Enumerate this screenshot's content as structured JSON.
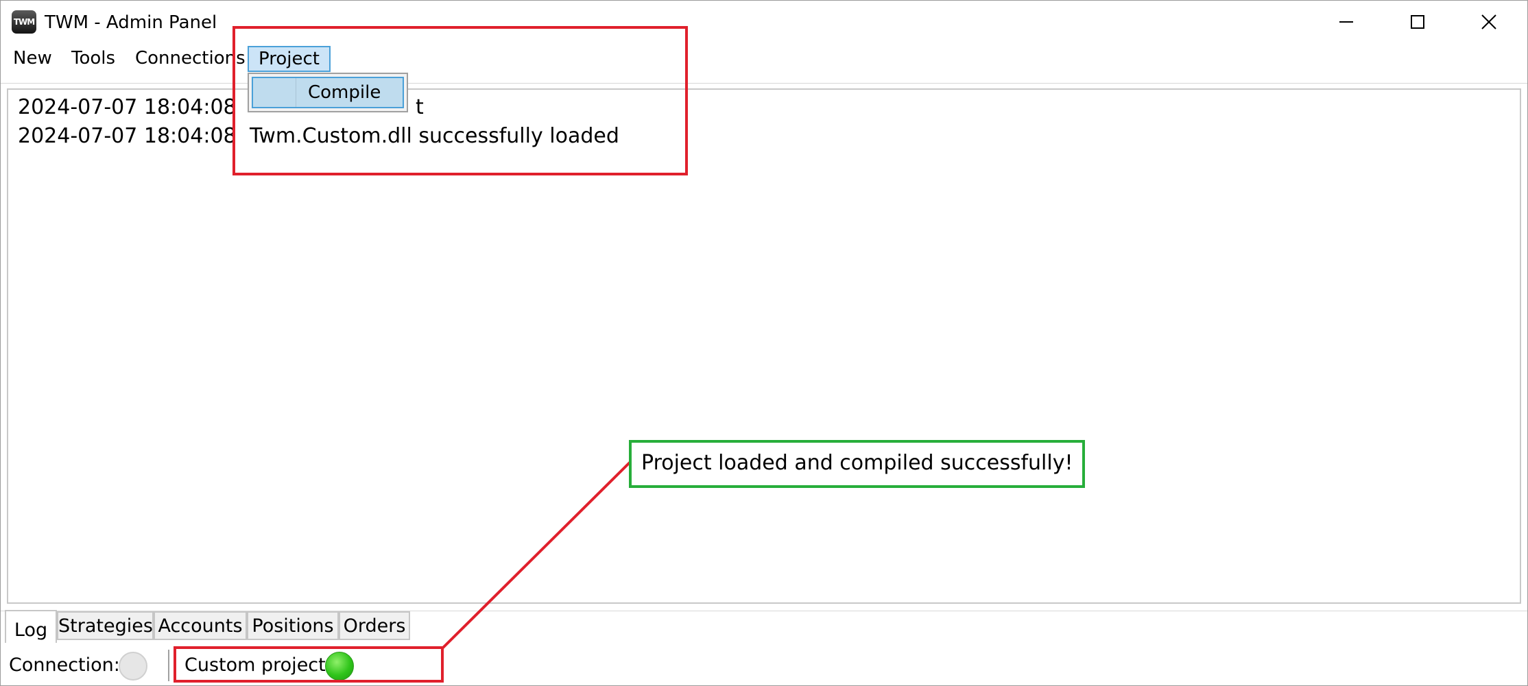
{
  "window": {
    "icon_text": "TWM",
    "title": "TWM - Admin Panel"
  },
  "menu": {
    "items": [
      "New",
      "Tools",
      "Connections",
      "Project"
    ],
    "active": "Project",
    "dropdown": {
      "items": [
        "Compile"
      ]
    }
  },
  "log": {
    "entries": [
      {
        "time": "2024-07-07 18:04:08",
        "message": "t"
      },
      {
        "time": "2024-07-07 18:04:08",
        "message": "Twm.Custom.dll successfully loaded"
      }
    ]
  },
  "tabs": {
    "items": [
      "Log",
      "Strategies",
      "Accounts",
      "Positions",
      "Orders"
    ],
    "selected": "Log"
  },
  "status": {
    "connection_label": "Connection:",
    "connection_state": "grey",
    "custom_project_label": "Custom project:",
    "custom_project_state": "green"
  },
  "annotation": {
    "callout_text": "Project loaded and compiled successfully!",
    "colors": {
      "red": "#e0202c",
      "green": "#27ae3a"
    }
  },
  "colors": {
    "menu_highlight": "#cce4f7",
    "menu_highlight_border": "#4aa0d8",
    "indicator_green": "#2fc41a",
    "indicator_grey": "#e6e6e6"
  }
}
